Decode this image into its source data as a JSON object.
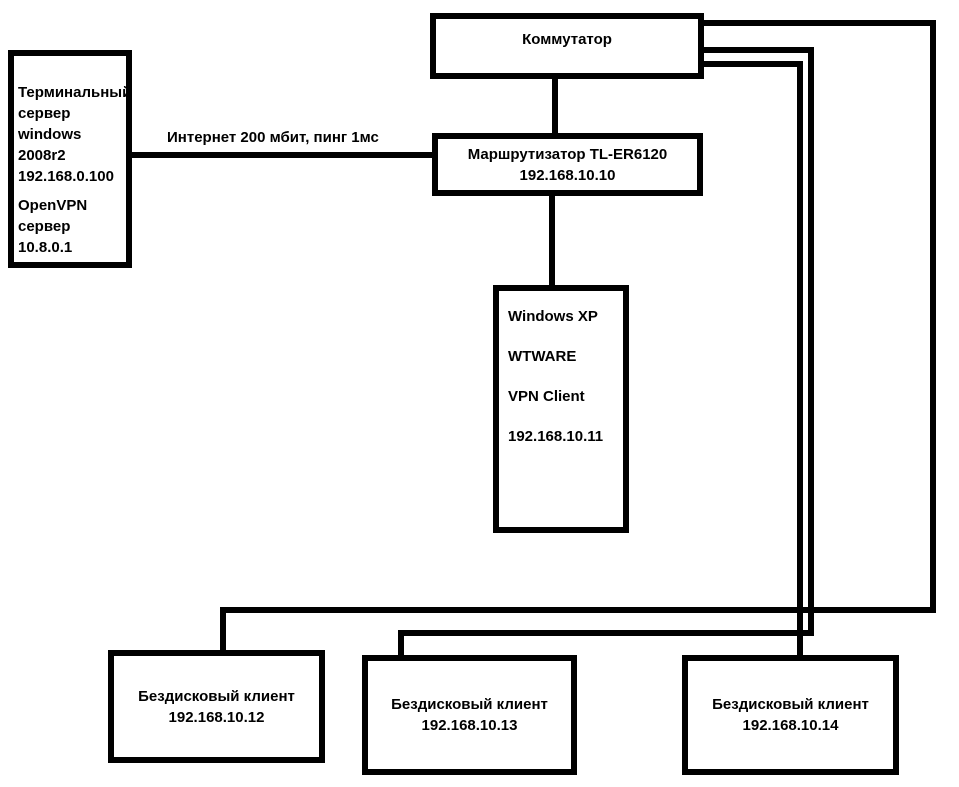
{
  "colors": {
    "background": "#ffffff",
    "stroke": "#000000",
    "text": "#000000"
  },
  "link_label": "Интернет 200 мбит, пинг 1мс",
  "nodes": {
    "switch": {
      "title": "Коммутатор"
    },
    "terminal_server": {
      "line1": "Терминальный",
      "line2": "сервер",
      "line3": "windows",
      "line4": "2008r2",
      "line5": "192.168.0.100",
      "line6": "OpenVPN",
      "line7": "сервер",
      "line8": "10.8.0.1"
    },
    "router": {
      "line1": "Маршрутизатор TL-ER6120",
      "line2": "192.168.10.10"
    },
    "xp_client": {
      "line1": "Windows XP",
      "line2": "WTWARE",
      "line3": "VPN Client",
      "line4": "192.168.10.11"
    },
    "diskless1": {
      "line1": "Бездисковый клиент",
      "line2": "192.168.10.12"
    },
    "diskless2": {
      "line1": "Бездисковый клиент",
      "line2": "192.168.10.13"
    },
    "diskless3": {
      "line1": "Бездисковый клиент",
      "line2": "192.168.10.14"
    }
  }
}
